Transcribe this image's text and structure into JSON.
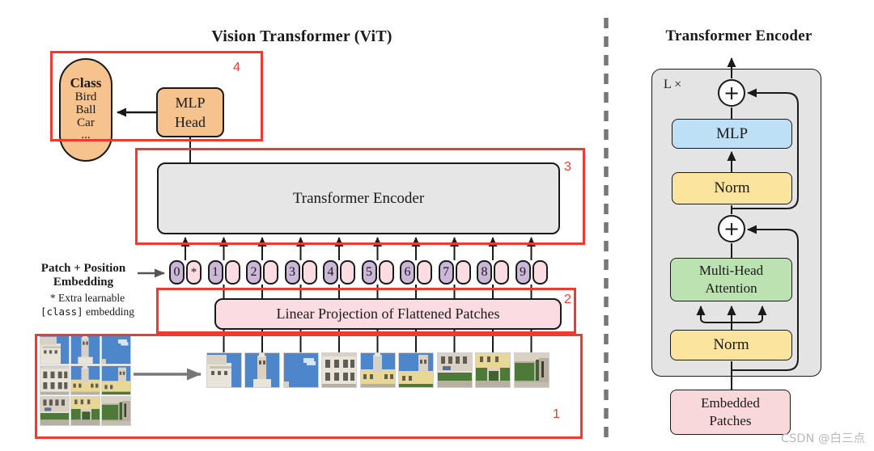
{
  "left": {
    "title": "Vision Transformer (ViT)",
    "class_pill": {
      "heading": "Class",
      "items": [
        "Bird",
        "Ball",
        "Car",
        "..."
      ]
    },
    "mlp_head": {
      "line1": "MLP",
      "line2": "Head"
    },
    "encoder_label": "Transformer Encoder",
    "patch_position_label": {
      "line1": "Patch + Position",
      "line2": "Embedding"
    },
    "extra_note": {
      "line1": "* Extra learnable",
      "code": "[class]",
      "line2_rest": " embedding"
    },
    "projection_label": "Linear Projection of Flattened Patches",
    "tokens": [
      "0",
      "1",
      "2",
      "3",
      "4",
      "5",
      "6",
      "7",
      "8",
      "9"
    ],
    "class_token_mark": "*",
    "annotation_numbers": {
      "box1": "1",
      "box2": "2",
      "box3": "3",
      "box4": "4"
    }
  },
  "right": {
    "title": "Transformer Encoder",
    "loop_label": "L ×",
    "plus_top": "+",
    "plus_lower": "+",
    "mlp_label": "MLP",
    "norm_upper_label": "Norm",
    "mha": {
      "line1": "Multi-Head",
      "line2": "Attention"
    },
    "norm_lower_label": "Norm",
    "embedded": {
      "line1": "Embedded",
      "line2": "Patches"
    }
  },
  "watermark": "CSDN @白三点",
  "colors": {
    "orange": "#f6c28e",
    "encoder_gray": "#e6e6e6",
    "token_purple": "#cbb7d8",
    "token_pink": "#fadce2",
    "projection_pink": "#fbdce2",
    "panel_gray": "#e4e4e4",
    "mlp_blue": "#bee0f6",
    "norm_yellow": "#fbe49e",
    "attention_green": "#bce2b2",
    "embedded_pink": "#f8d8db",
    "annotation_red": "#ee3b2e"
  }
}
